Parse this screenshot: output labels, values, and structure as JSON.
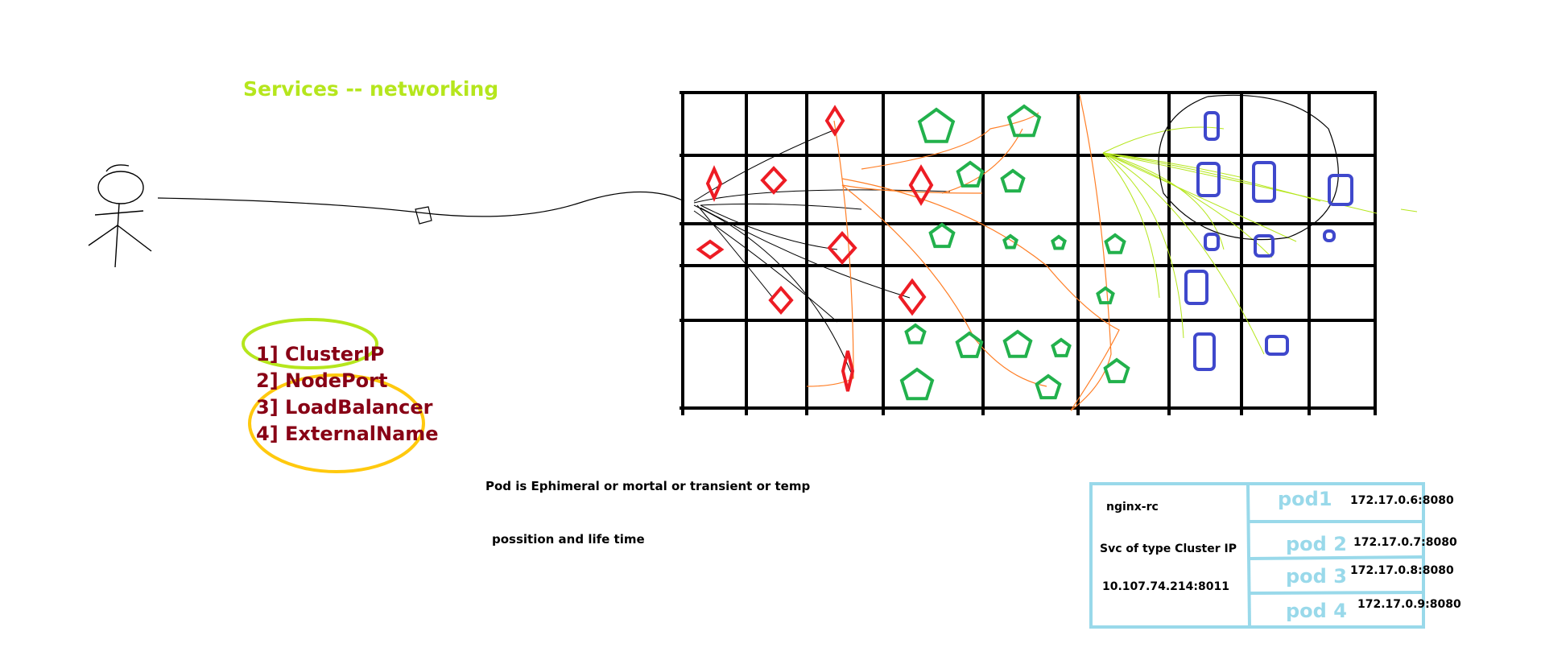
{
  "title": "Services  -- networking",
  "service_types": [
    "1] ClusterIP",
    "2] NodePort",
    "3] LoadBalancer",
    "4] ExternalName"
  ],
  "notes": [
    "Pod is Ephimeral or mortal or transient or temp",
    "possition and life time"
  ],
  "service_box": {
    "rc_name": "nginx-rc",
    "svc_label": "Svc of type Cluster IP",
    "svc_ip": "10.107.74.214:8011",
    "pods": [
      {
        "name": "pod1",
        "ip": "172.17.0.6:8080"
      },
      {
        "name": "pod 2",
        "ip": "172.17.0.7:8080"
      },
      {
        "name": "pod 3",
        "ip": "172.17.0.8:8080"
      },
      {
        "name": "pod 4",
        "ip": "172.17.0.9:8080"
      }
    ]
  },
  "colors": {
    "title": "#b5e61d",
    "service_types": "#880015",
    "clusterip_ring": "#b5e61d",
    "other_types_ring": "#ffc90e",
    "pod_labels": "#99d9ea",
    "box_border": "#99d9ea",
    "diamond_pods": "#ed1c24",
    "pentagon_pods": "#22b14c",
    "rect_pods": "#3f48cc",
    "red_service_paths": "#ff7f27",
    "blue_service_paths": "#b5e61d"
  },
  "icons": {
    "user": "stick-figure-icon",
    "diamond": "diamond-pod-icon",
    "pentagon": "pentagon-pod-icon",
    "rect": "rect-pod-icon"
  }
}
